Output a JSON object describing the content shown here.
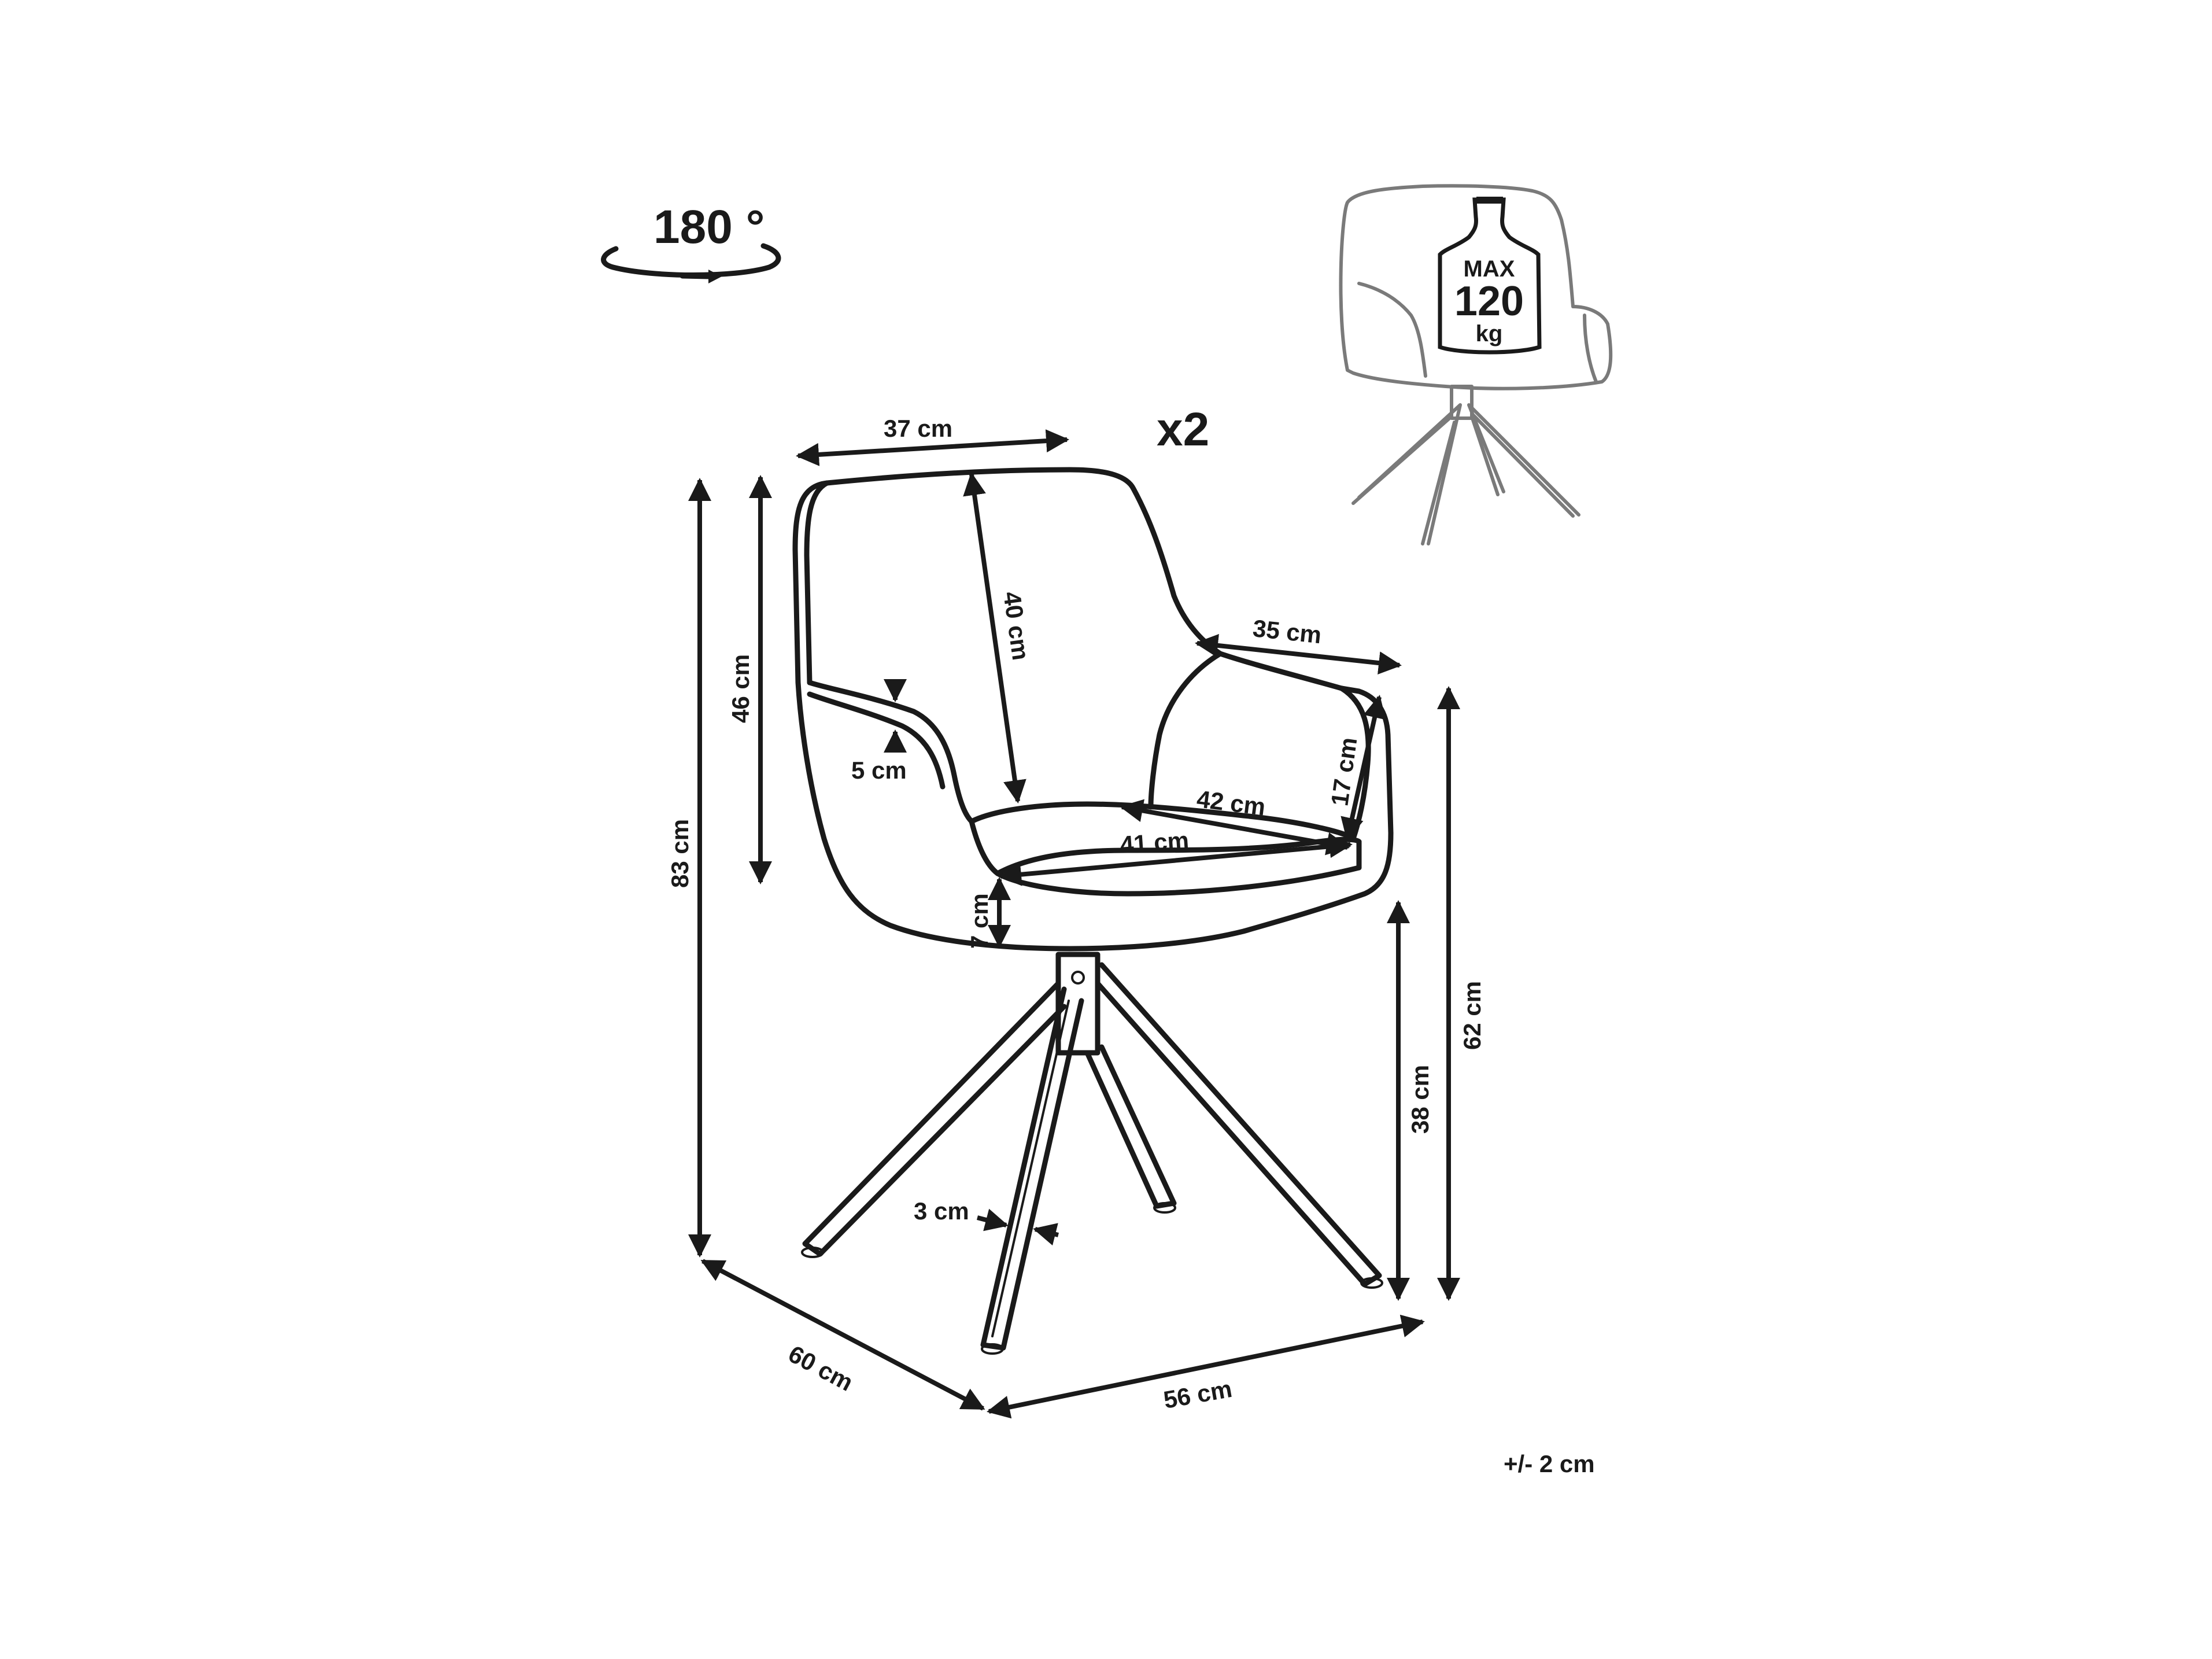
{
  "rotation": {
    "label": "180 °"
  },
  "quantity": {
    "label": "x2"
  },
  "max_load": {
    "line1": "MAX",
    "line2": "120",
    "line3": "kg"
  },
  "tolerance": {
    "label": "+/- 2 cm"
  },
  "dimensions": {
    "backrest_top_width": "37 cm",
    "backrest_height": "40 cm",
    "armrest_length": "35 cm",
    "back_height": "46 cm",
    "cushion_thickness": "5 cm",
    "armrest_height": "17 cm",
    "seat_depth": "42 cm",
    "seat_width": "41 cm",
    "seat_thickness": "7 cm",
    "total_height": "83 cm",
    "armrest_floor_height": "62 cm",
    "seat_height": "38 cm",
    "leg_width": "3 cm",
    "depth": "60 cm",
    "width": "56 cm"
  },
  "icons": [
    "rotate-180-icon",
    "weight-capacity-icon"
  ],
  "colors": {
    "ink": "#1a1a1a",
    "ghost": "#7a7a7a",
    "background": "#ffffff"
  }
}
